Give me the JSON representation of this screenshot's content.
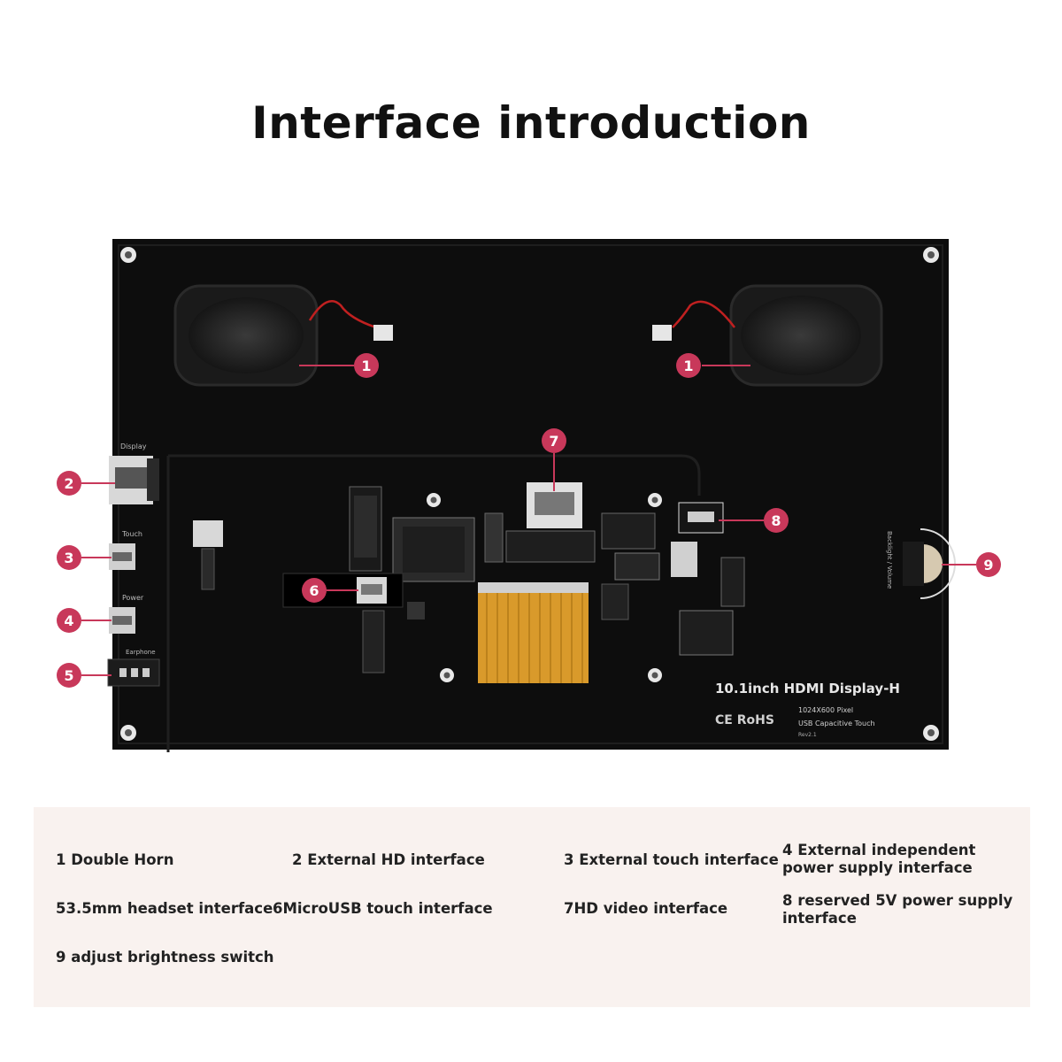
{
  "title": "Interface introduction",
  "board": {
    "model_label": "10.1inch HDMI Display-H",
    "resolution_label": "1024X600 Pixel",
    "touch_label": "USB Capacitive Touch",
    "rev_label": "Rev2.1",
    "cert_marks": "CE RoHS",
    "port_labels": {
      "display": "Display",
      "touch": "Touch",
      "power": "Power",
      "earphone": "Earphone",
      "backlight": "Backlight / Volume"
    }
  },
  "callouts": [
    "1",
    "1",
    "2",
    "3",
    "4",
    "5",
    "6",
    "7",
    "8",
    "9"
  ],
  "legend": {
    "item1": "1 Double Horn",
    "item2": "2 External HD interface",
    "item3": "3 External touch interface",
    "item4": "4 External independent power supply interface",
    "item5": "53.5mm headset interface",
    "item6": "6MicroUSB touch interface",
    "item7": "7HD video interface",
    "item8": "8 reserved 5V power supply interface",
    "item9": "9 adjust brightness switch"
  },
  "colors": {
    "callout": "#c8385a",
    "board": "#0d0d0d",
    "legend_bg": "#f9f2ef",
    "fpc": "#d99a2b"
  }
}
